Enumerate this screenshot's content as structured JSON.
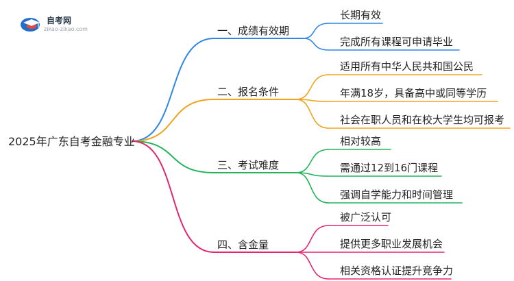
{
  "logo": {
    "name": "自考网",
    "url": "zikao-zikao.com",
    "colors": {
      "blue": "#1f6fd1",
      "red": "#e34b3a",
      "ink": "#2a3a4a"
    }
  },
  "root": "2025年广东自考金融专业",
  "branches": [
    {
      "label": "一、成绩有效期",
      "color": "#2f86e6",
      "leaves": [
        "长期有效",
        "完成所有课程可申请毕业"
      ]
    },
    {
      "label": "二、报名条件",
      "color": "#f0a31a",
      "leaves": [
        "适用所有中华人民共和国公民",
        "年满18岁，具备高中或同等学历",
        "社会在职人员和在校大学生均可报考"
      ]
    },
    {
      "label": "三、考试难度",
      "color": "#22b45a",
      "leaves": [
        "相对较高",
        "需通过12到16门课程",
        "强调自学能力和时间管理"
      ]
    },
    {
      "label": "四、含金量",
      "color": "#e2256e",
      "leaves": [
        "被广泛认可",
        "提供更多职业发展机会",
        "相关资格认证提升竞争力"
      ]
    }
  ]
}
